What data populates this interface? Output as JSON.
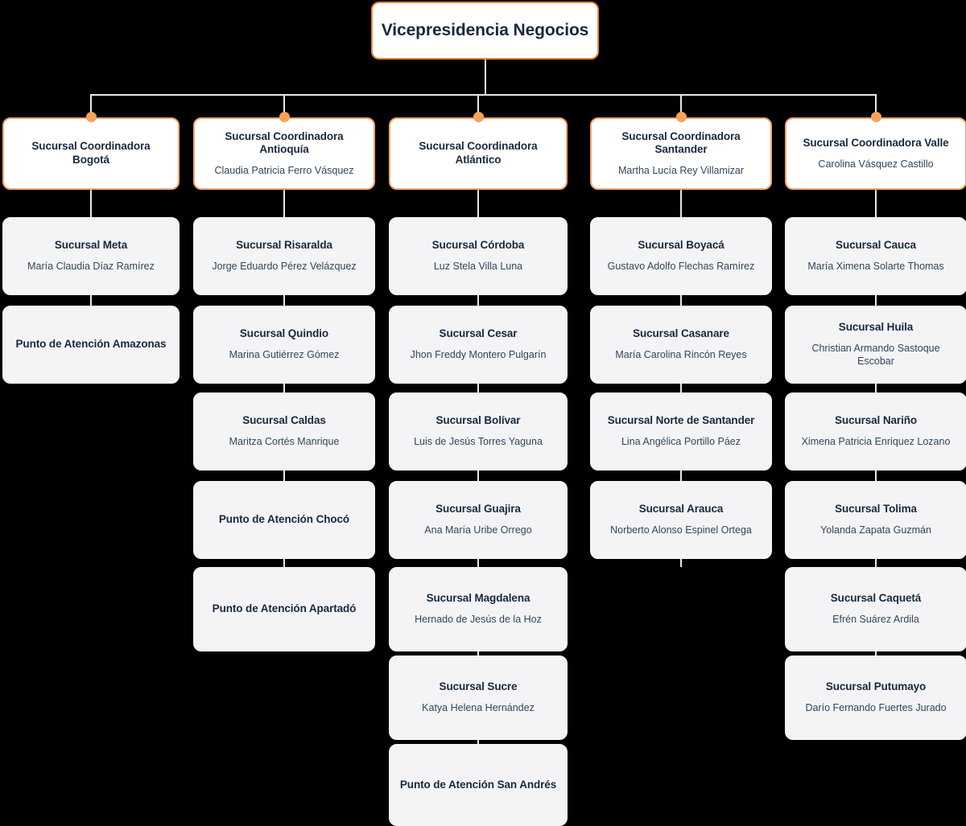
{
  "colors": {
    "background": "#000000",
    "accent": "#f08b34",
    "coord_border": "#f3a869",
    "dot": "#f5a35c",
    "box_light": "#f4f4f6",
    "box_white": "#ffffff",
    "title_text": "#17293f",
    "person_text": "#31465c",
    "connector": "#e8e8ea"
  },
  "chart_data": {
    "type": "diagram",
    "title": "Vicepresidencia Negocios",
    "orientation": "top-down",
    "levels": 3,
    "root": {
      "title": "Vicepresidencia Negocios",
      "person": ""
    },
    "columns": [
      {
        "coordinator": {
          "title": "Sucursal Coordinadora Bogotá",
          "person": ""
        },
        "children": [
          {
            "title": "Sucursal  Meta",
            "person": "María Claudia Díaz Ramírez"
          },
          {
            "title": "Punto de Atención Amazonas",
            "person": ""
          }
        ]
      },
      {
        "coordinator": {
          "title": "Sucursal Coordinadora Antioquía",
          "person": "Claudia Patricia Ferro Vásquez"
        },
        "children": [
          {
            "title": "Sucursal Risaralda",
            "person": "Jorge Eduardo Pérez Velázquez"
          },
          {
            "title": "Sucursal Quindio",
            "person": "Marina Gutiérrez Gómez"
          },
          {
            "title": "Sucursal Caldas",
            "person": "Maritza Cortés Manrique"
          },
          {
            "title": "Punto de Atención Chocó",
            "person": ""
          },
          {
            "title": "Punto de Atención Apartadó",
            "person": ""
          }
        ]
      },
      {
        "coordinator": {
          "title": "Sucursal Coordinadora Atlántico",
          "person": ""
        },
        "children": [
          {
            "title": "Sucursal  Córdoba",
            "person": "Luz Stela Villa Luna"
          },
          {
            "title": "Sucursal Cesar",
            "person": "Jhon Freddy Montero Pulgarín"
          },
          {
            "title": "Sucursal Bolívar",
            "person": "Luis de Jesús Torres Yaguna"
          },
          {
            "title": "Sucursal Guajira",
            "person": "Ana María Uribe Orrego"
          },
          {
            "title": "Sucursal Magdalena",
            "person": "Hernado de Jesús de la Hoz"
          },
          {
            "title": "Sucursal Sucre",
            "person": "Katya Helena Hernández"
          },
          {
            "title": "Punto de Atención San Andrés",
            "person": ""
          }
        ]
      },
      {
        "coordinator": {
          "title": "Sucursal Coordinadora Santander",
          "person": "Martha Lucía Rey Villamizar"
        },
        "children": [
          {
            "title": "Sucursal Boyacá",
            "person": "Gustavo Adolfo Flechas Ramírez"
          },
          {
            "title": "Sucursal Casanare",
            "person": "María Carolina Rincón Reyes"
          },
          {
            "title": "Sucursal Norte de Santander",
            "person": "Lina Angélica Portillo Páez"
          },
          {
            "title": "Sucursal Arauca",
            "person": "Norberto Alonso Espinel Ortega"
          }
        ]
      },
      {
        "coordinator": {
          "title": "Sucursal Coordinadora Valle",
          "person": "Carolina Vásquez Castillo"
        },
        "children": [
          {
            "title": "Sucursal Cauca",
            "person": "María Ximena Solarte Thomas"
          },
          {
            "title": "Sucursal Huila",
            "person": "Christian Armando Sastoque Escobar"
          },
          {
            "title": "Sucursal Nariño",
            "person": "Ximena Patricia Enriquez Lozano"
          },
          {
            "title": "Sucursal Tolima",
            "person": "Yolanda Zapata Guzmán"
          },
          {
            "title": "Sucursal Caquetá",
            "person": "Efrén Suárez Ardila"
          },
          {
            "title": "Sucursal Putumayo",
            "person": "Darío Fernando Fuertes Jurado"
          }
        ]
      }
    ]
  }
}
